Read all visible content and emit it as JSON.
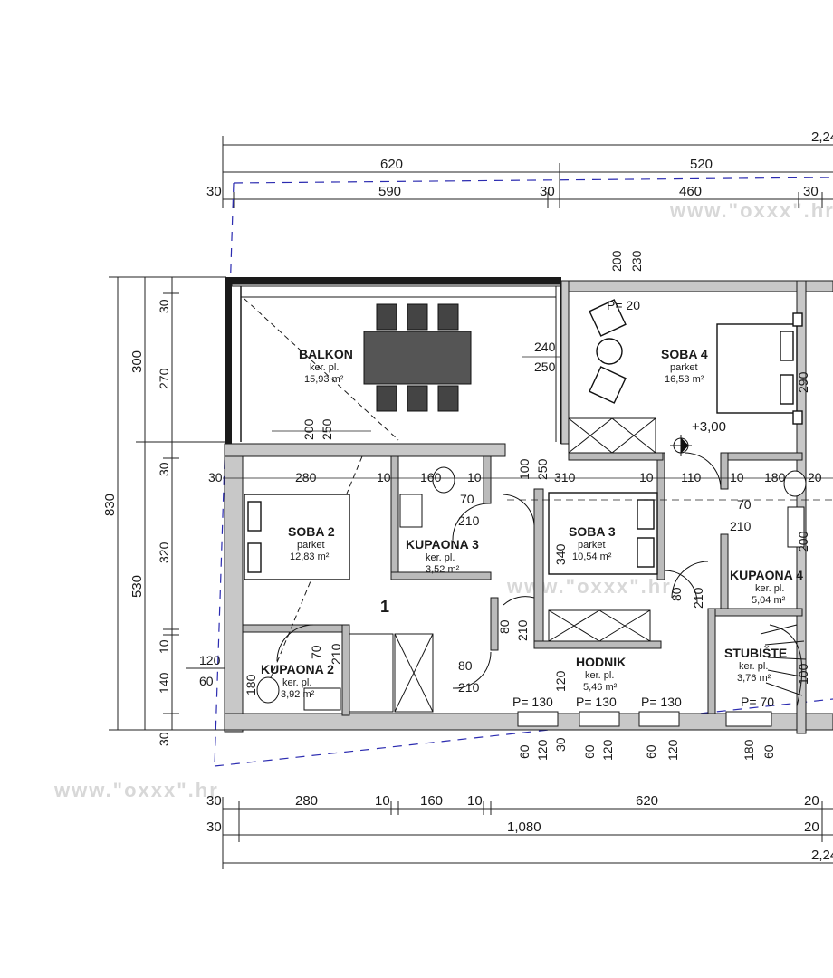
{
  "watermark": "www.\"oxxx\".hr",
  "level_mark": "+3,00",
  "unit_number": "1",
  "rooms": {
    "balkon": {
      "name": "BALKON",
      "finish": "ker. pl.",
      "area": "15,93 m²"
    },
    "soba4": {
      "name": "SOBA 4",
      "finish": "parket",
      "area": "16,53 m²"
    },
    "soba2": {
      "name": "SOBA 2",
      "finish": "parket",
      "area": "12,83 m²"
    },
    "kupaona3": {
      "name": "KUPAONA 3",
      "finish": "ker. pl.",
      "area": "3,52 m²"
    },
    "soba3": {
      "name": "SOBA 3",
      "finish": "parket",
      "area": "10,54 m²"
    },
    "kupaona4": {
      "name": "KUPAONA 4",
      "finish": "ker. pl.",
      "area": "5,04 m²"
    },
    "kupaona2": {
      "name": "KUPAONA 2",
      "finish": "ker. pl.",
      "area": "3,92 m²"
    },
    "hodnik": {
      "name": "HODNIK",
      "finish": "ker. pl.",
      "area": "5,46 m²"
    },
    "stubiste": {
      "name": "STUBIŠTE",
      "finish": "ker. pl.",
      "area": "3,76 m²"
    }
  },
  "dims_top": {
    "total": "2,24",
    "row2": [
      "620",
      "520"
    ],
    "row3": [
      "30",
      "590",
      "30",
      "460",
      "30"
    ]
  },
  "dims_bottom": {
    "row1": [
      "30",
      "280",
      "10",
      "160",
      "10",
      "620",
      "20"
    ],
    "row2": [
      "30",
      "1,080",
      "20"
    ],
    "total": "2,24"
  },
  "dims_left": {
    "total": "830",
    "col2": [
      "300",
      "530"
    ],
    "col3": [
      "30",
      "270",
      "30",
      "320",
      "10",
      "140",
      "30"
    ]
  },
  "interior_labels": {
    "win_200": "200",
    "win_230": "230",
    "p20": "P= 20",
    "h240": "240",
    "h250": "250",
    "v200": "200",
    "v250": "250",
    "row_30": "30",
    "row_280": "280",
    "row_10a": "10",
    "row_160": "160",
    "row_10b": "10",
    "row_100": "100",
    "row_250": "250",
    "row_310": "310",
    "row_10c": "10",
    "row_110": "110",
    "row_10d": "10",
    "row_180": "180",
    "row_20": "20",
    "d70a": "70",
    "d210a": "210",
    "v340": "340",
    "v290": "290",
    "d70b": "70",
    "d210b": "210",
    "v200b": "200",
    "v80a": "80",
    "v210a": "210",
    "v80b": "80",
    "v210b": "210",
    "v70": "70",
    "v210c": "210",
    "v120": "120",
    "v60": "60",
    "v180": "180",
    "d80": "80",
    "d210c": "210",
    "v120b": "120",
    "p130a": "P= 130",
    "p130b": "P= 130",
    "p130c": "P= 130",
    "v100": "100",
    "p70": "P= 70",
    "b60a": "60",
    "b120a": "120",
    "b30": "30",
    "b60b": "60",
    "b120b": "120",
    "b60c": "60",
    "b120c": "120",
    "b180": "180",
    "b60d": "60"
  }
}
